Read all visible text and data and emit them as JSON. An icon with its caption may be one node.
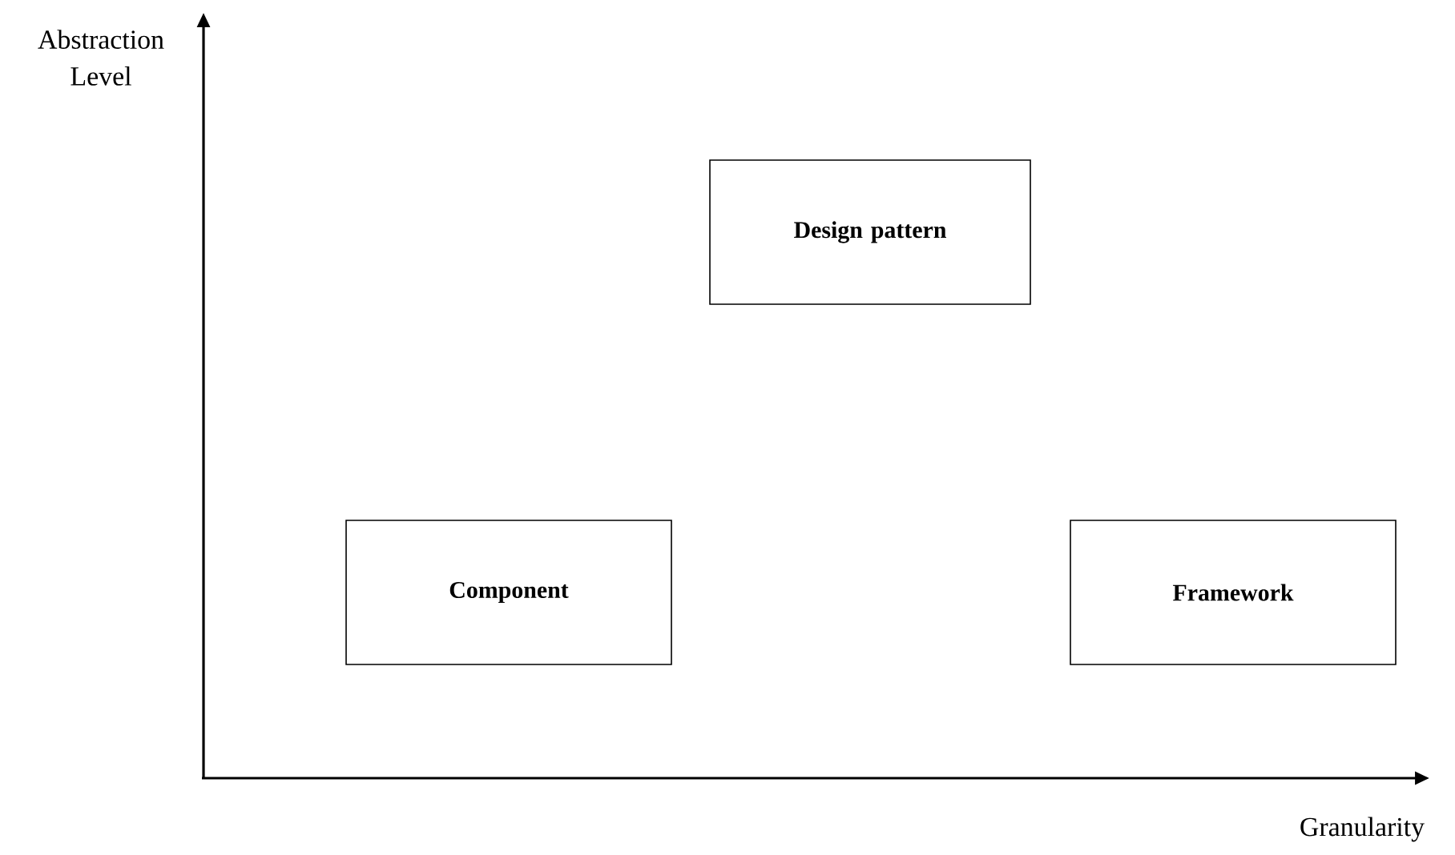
{
  "diagram": {
    "nodes": [
      {
        "text": [
          "Design pattern"
        ]
      },
      {
        "text": [
          "Component"
        ]
      },
      {
        "text": [
          "Framework"
        ]
      }
    ],
    "labels": [
      "Abstraction Level",
      "Granularity"
    ]
  }
}
